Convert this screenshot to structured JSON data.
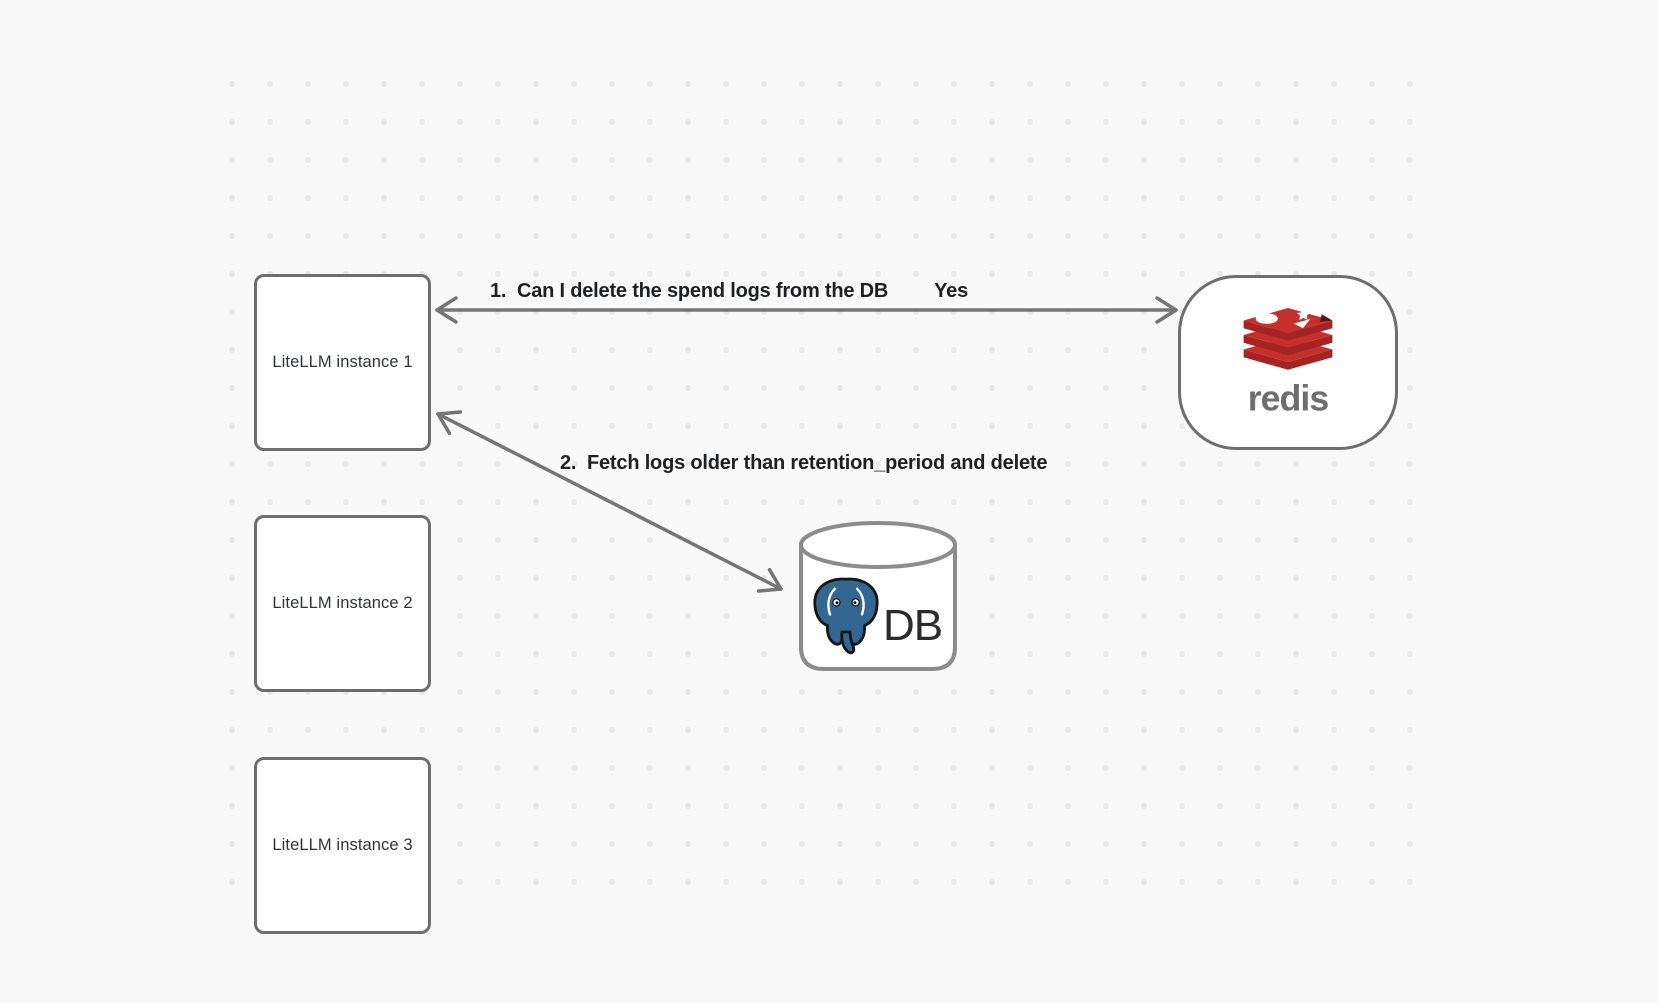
{
  "nodes": {
    "litellm_instances": [
      {
        "label": "LiteLLM instance 1"
      },
      {
        "label": "LiteLLM instance 2"
      },
      {
        "label": "LiteLLM instance 3"
      }
    ],
    "redis": {
      "wordmark": "redis"
    },
    "database": {
      "label": "DB"
    }
  },
  "arrows": [
    {
      "label": "1.  Can I delete the spend logs from the DB",
      "response": "Yes"
    },
    {
      "label": "2.  Fetch logs older than retention_period and delete"
    }
  ],
  "colors": {
    "bg": "#f9f9f9",
    "dot": "#e7e7e7",
    "node-border": "#6e6e6e",
    "node-bg": "#ffffff",
    "arrow": "#757575",
    "label-text": "#1d1f21",
    "box-text": "#303336",
    "redis-red": "#c6302b",
    "redis-dark": "#a32422",
    "redis-deep": "#5a1513",
    "redis-gray": "#6d6d6d",
    "pg-blue": "#336791",
    "pg-outline": "#151515",
    "cyl-stroke": "#8c8c8c",
    "db-text": "#2b2b2b"
  }
}
